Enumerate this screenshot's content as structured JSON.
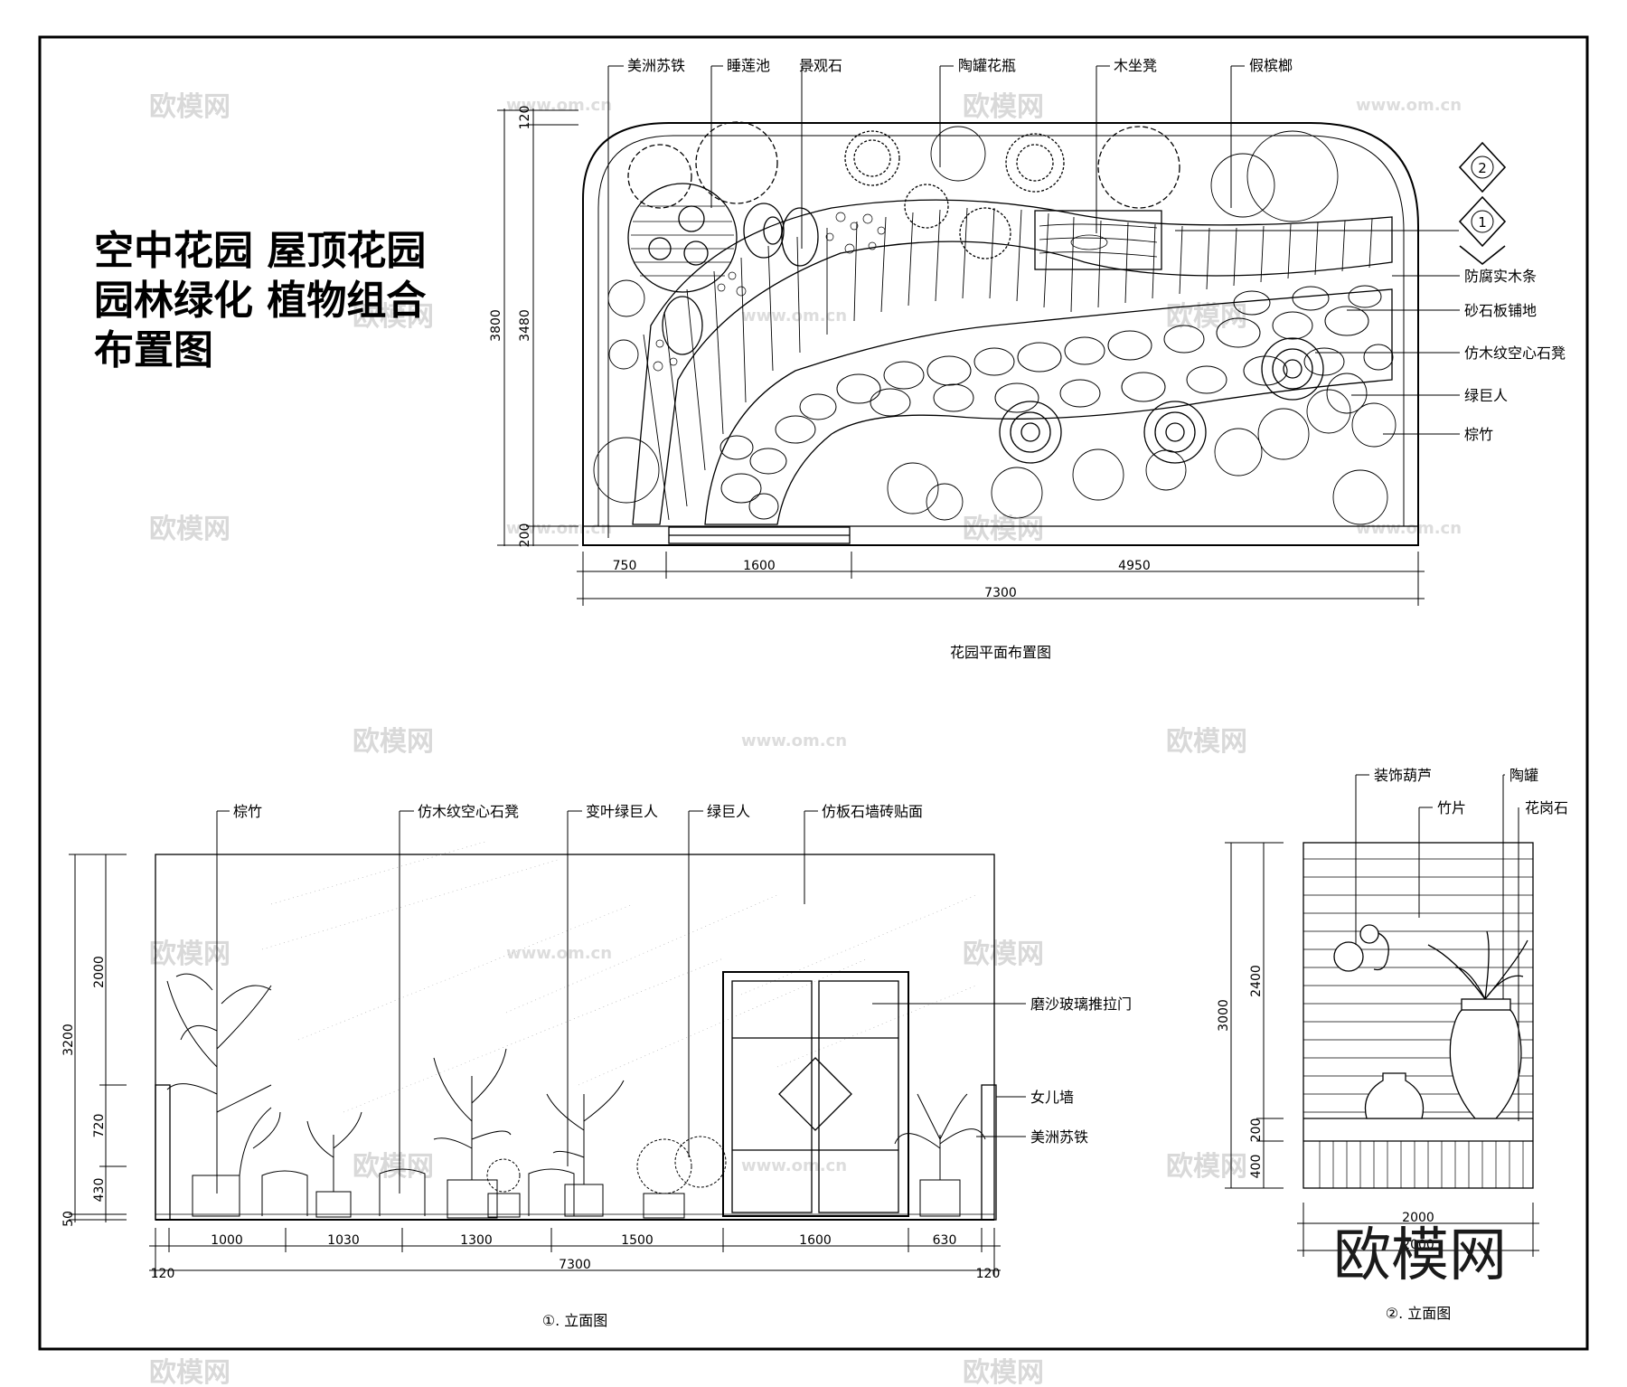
{
  "main_title": [
    "空中花园 屋顶花园",
    "园林绿化 植物组合",
    "布置图"
  ],
  "watermark": {
    "logo": "欧模网",
    "url": "www.om.cn"
  },
  "plan": {
    "caption": "花园平面布置图",
    "top_labels": [
      "美洲苏铁",
      "睡莲池",
      "景观石",
      "陶罐花瓶",
      "木坐凳",
      "假槟榔"
    ],
    "right_labels": [
      "防腐实木条",
      "砂石板铺地",
      "仿木纹空心石凳",
      "绿巨人",
      "棕竹"
    ],
    "markers": [
      "2",
      "1"
    ],
    "dims_vertical_outer": [
      "3800"
    ],
    "dims_vertical_inner": [
      "120",
      "3480",
      "200"
    ],
    "dims_horizontal": [
      "750",
      "1600",
      "4950"
    ],
    "dim_total": "7300"
  },
  "elevation1": {
    "caption": "①. 立面图",
    "top_labels": [
      "棕竹",
      "仿木纹空心石凳",
      "变叶绿巨人",
      "绿巨人",
      "仿板石墙砖贴面"
    ],
    "right_labels": [
      "磨沙玻璃推拉门",
      "女儿墙",
      "美洲苏铁"
    ],
    "dims_vertical_outer": [
      "3200",
      "50"
    ],
    "dims_vertical_inner": [
      "2000",
      "720",
      "430"
    ],
    "dims_horizontal": [
      "1000",
      "1030",
      "1300",
      "1500",
      "1600",
      "630"
    ],
    "dim_total": "7300",
    "dim_ends": [
      "120",
      "120"
    ]
  },
  "elevation2": {
    "caption": "②. 立面图",
    "labels": [
      "装饰葫芦",
      "陶罐",
      "竹片",
      "花岗石"
    ],
    "dims_vertical_outer": [
      "3000"
    ],
    "dims_vertical_inner": [
      "2400",
      "200",
      "400"
    ],
    "dim_horizontal": "2000",
    "dim_total": "2000"
  },
  "colors": {
    "line": "#000000",
    "watermark": "#d9d9d9"
  }
}
